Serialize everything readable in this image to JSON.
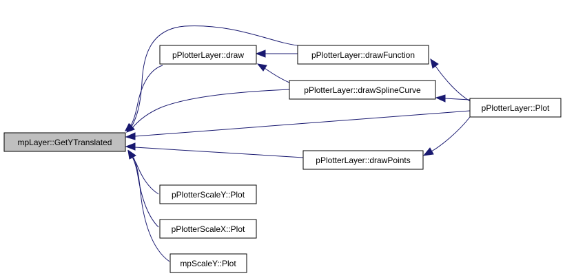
{
  "colors": {
    "edge": "#191970",
    "node_fill": "#ffffff",
    "focus_fill": "#bfbfbf",
    "border": "#000000"
  },
  "nodes": {
    "get_y_translated": "mpLayer::GetYTranslated",
    "draw": "pPlotterLayer::draw",
    "draw_function": "pPlotterLayer::drawFunction",
    "draw_spline_curve": "pPlotterLayer::drawSplineCurve",
    "plot_layer": "pPlotterLayer::Plot",
    "draw_points": "pPlotterLayer::drawPoints",
    "scale_y_plot": "pPlotterScaleY::Plot",
    "scale_x_plot": "pPlotterScaleX::Plot",
    "mp_scale_y_plot": "mpScaleY::Plot"
  }
}
